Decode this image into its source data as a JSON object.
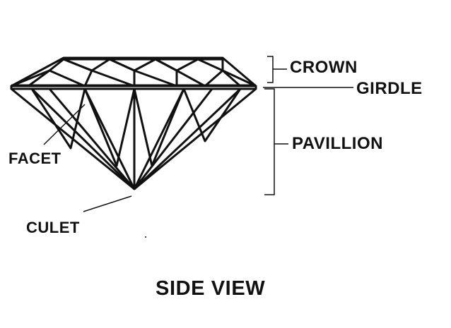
{
  "labels": {
    "crown": "CROWN",
    "girdle": "GIRDLE",
    "pavilion": "PAVILLION",
    "facet": "FACET",
    "culet": "CULET"
  },
  "title": "SIDE VIEW",
  "colors": {
    "line": "#111111",
    "background": "#ffffff"
  }
}
